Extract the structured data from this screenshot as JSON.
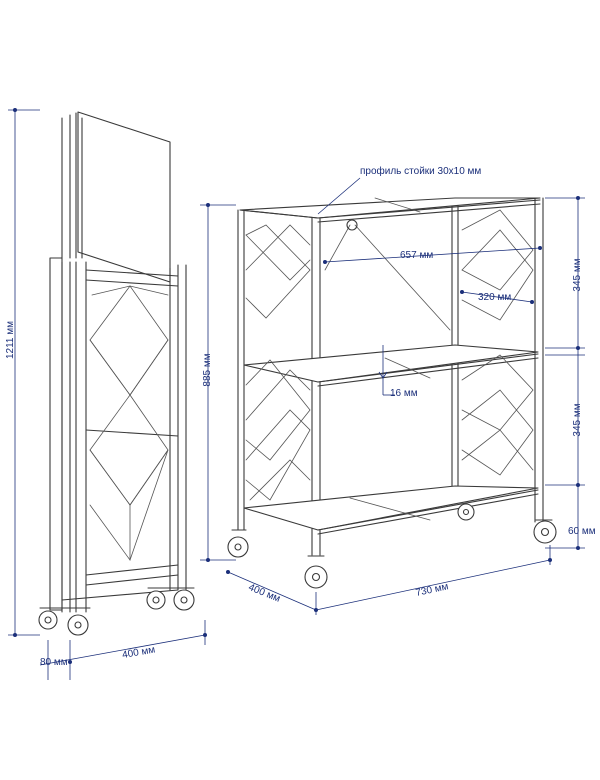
{
  "colors": {
    "dimension": "#1b2f7a",
    "drawing": "#3a3a3a",
    "background": "#ffffff"
  },
  "labels": {
    "folded_height": "1211 мм",
    "folded_depth": "80 мм",
    "folded_width": "400 мм",
    "height": "885 мм",
    "profile": "профиль стойки  30х10 мм",
    "inner_width": "657 мм",
    "inner_depth": "320 мм",
    "shelf_gap_top": "345 мм",
    "shelf_gap_bottom": "345 мм",
    "shelf_thickness": "16 мм",
    "wheel_height": "60 мм",
    "depth": "400 мм",
    "width": "730 мм"
  }
}
